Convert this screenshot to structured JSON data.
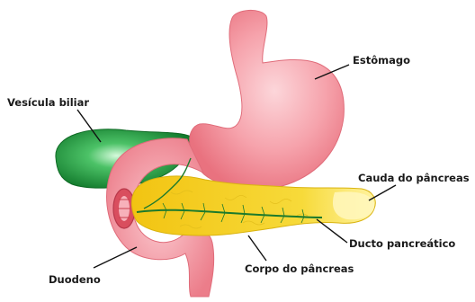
{
  "labels": {
    "stomach": "Estômago",
    "gallbladder": "Vesícula biliar",
    "pancreas_tail": "Cauda do pâncreas",
    "pancreatic_duct": "Ducto pancreático",
    "pancreas_body": "Corpo do pâncreas",
    "duodenum": "Duodeno"
  },
  "colors": {
    "background": "#ffffff",
    "stomach": "#f28a95",
    "stomach_highlight": "#fbd0d4",
    "gallbladder": "#1f8f3a",
    "gallbladder_highlight": "#bff5c8",
    "pancreas": "#f5d21a",
    "pancreas_light": "#fff6a8",
    "duct": "#1c7a2c",
    "leader": "#111111"
  }
}
